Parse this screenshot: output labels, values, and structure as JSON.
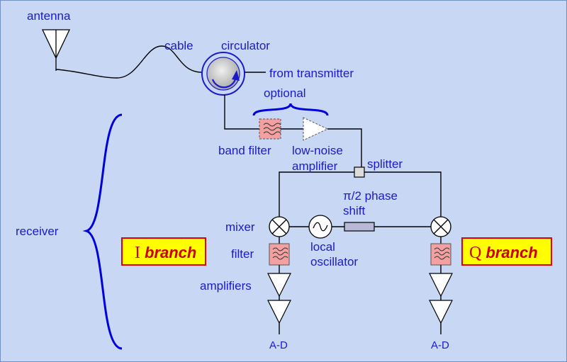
{
  "labels": {
    "antenna": "antenna",
    "cable": "cable",
    "circulator": "circulator",
    "from_transmitter": "from transmitter",
    "optional": "optional",
    "band_filter": "band filter",
    "low_noise_line1": "low-noise",
    "low_noise_line2": "amplifier",
    "splitter": "splitter",
    "phase_line1": "π/2 phase",
    "phase_line2": "shift",
    "receiver": "receiver",
    "mixer": "mixer",
    "filter": "filter",
    "local_line1": "local",
    "local_line2": "oscillator",
    "amplifiers": "amplifiers",
    "ad_left": "A-D",
    "ad_right": "A-D"
  },
  "branches": {
    "i_letter": "I",
    "i_word": "branch",
    "q_letter": "Q",
    "q_word": "branch"
  },
  "colors": {
    "background": "#c8d8f4",
    "label_blue": "#1a1acc",
    "brace_blue": "#0000dd",
    "filter_pink": "#f4a0a0",
    "branch_fill": "#ffff00",
    "branch_border": "#e00000"
  }
}
